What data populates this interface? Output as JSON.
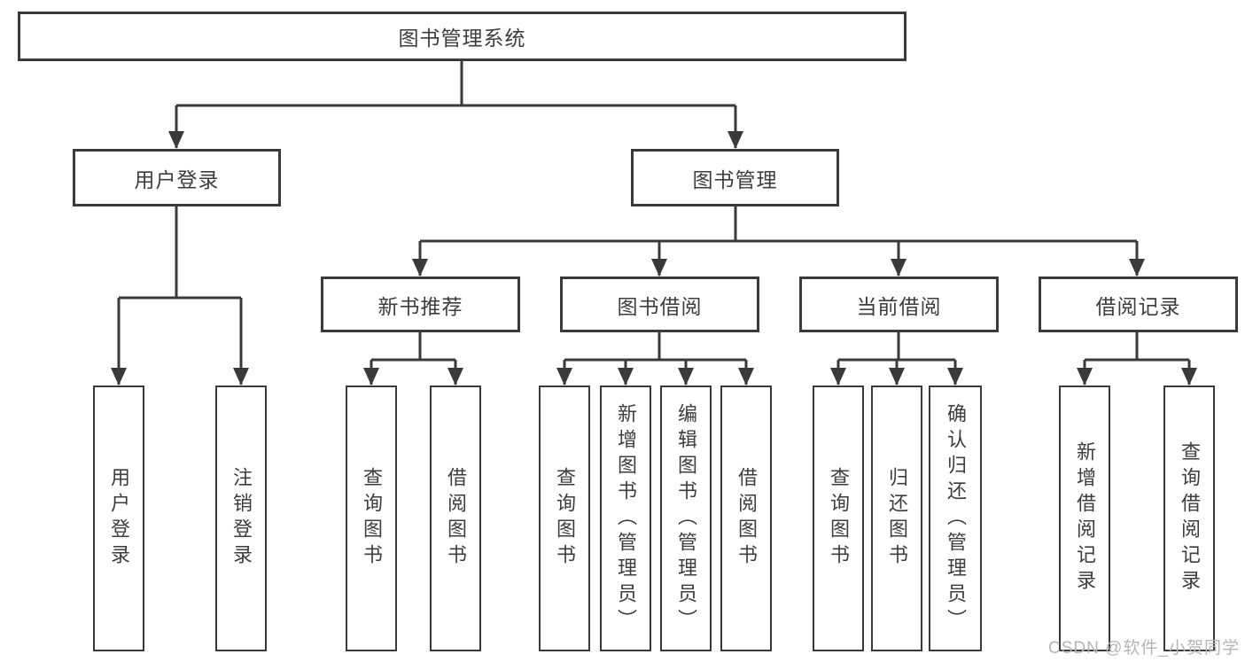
{
  "diagram": {
    "root_label": "图书管理系统",
    "branches": [
      {
        "label": "用户登录",
        "leaves": [
          "用户登录",
          "注销登录"
        ]
      },
      {
        "label": "图书管理",
        "sections": [
          {
            "label": "新书推荐",
            "leaves": [
              "查询图书",
              "借阅图书"
            ]
          },
          {
            "label": "图书借阅",
            "leaves": [
              "查询图书",
              "新增图书（管理员）",
              "编辑图书（管理员）",
              "借阅图书"
            ]
          },
          {
            "label": "当前借阅",
            "leaves": [
              "查询图书",
              "归还图书",
              "确认归还（管理员）"
            ]
          },
          {
            "label": "借阅记录",
            "leaves": [
              "新增借阅记录",
              "查询借阅记录"
            ]
          }
        ]
      }
    ]
  },
  "watermark": "CSDN @软件_小贺同学",
  "colors": {
    "line": "#3a3a3a",
    "box_border": "#3a3a3a",
    "text": "#3d3d3d",
    "watermark": "#b5b5b5",
    "background": "#ffffff"
  }
}
